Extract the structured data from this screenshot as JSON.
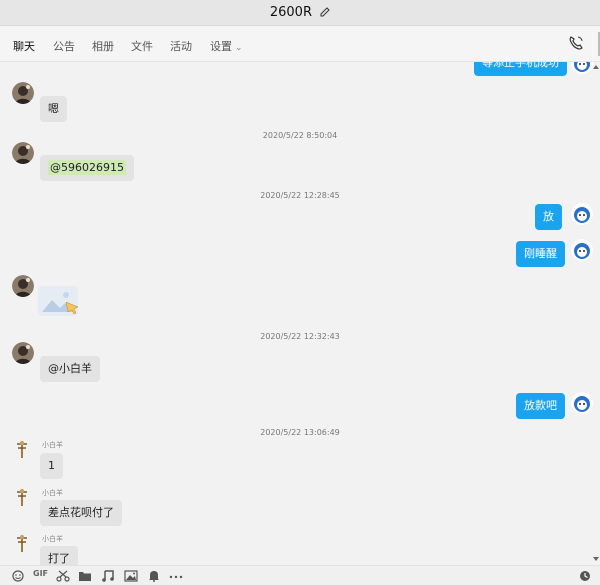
{
  "window": {
    "title": "2600R"
  },
  "tabs": [
    {
      "label": "聊天"
    },
    {
      "label": "公告"
    },
    {
      "label": "相册"
    },
    {
      "label": "文件"
    },
    {
      "label": "活动"
    },
    {
      "label": "设置"
    }
  ],
  "messages": {
    "top_partial": "等添正手机成功",
    "m1": "嗯",
    "t1": "2020/5/22 8:50:04",
    "m2": "@596026915",
    "t2": "2020/5/22 12:28:45",
    "m3": "放",
    "m4": "刚睡醒",
    "t3": "2020/5/22 12:32:43",
    "m6": "@小白羊",
    "m7": "放款吧",
    "t4": "2020/5/22 13:06:49",
    "sender": "小白羊",
    "m8": "1",
    "m9": "差点花呗付了",
    "m10": "打了"
  },
  "toolbar": {
    "gif": "GIF"
  },
  "colors": {
    "out_bubble": "#1aa3ee",
    "in_bubble": "#e3e3e3",
    "mention_bg": "#cfeab4"
  }
}
